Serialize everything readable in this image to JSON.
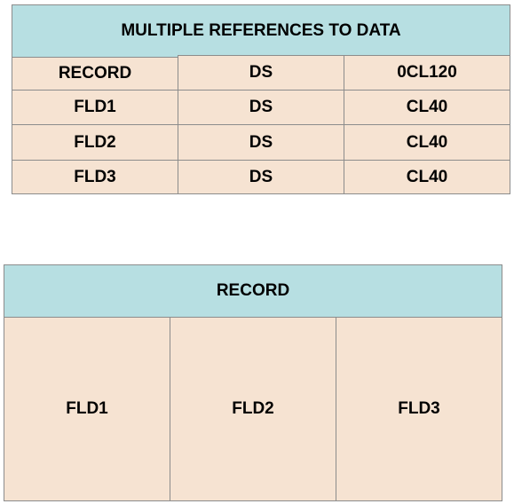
{
  "top_table": {
    "title": "MULTIPLE REFERENCES TO DATA",
    "rows": [
      [
        "RECORD",
        "DS",
        "0CL120"
      ],
      [
        "FLD1",
        "DS",
        "CL40"
      ],
      [
        "FLD2",
        "DS",
        "CL40"
      ],
      [
        "FLD3",
        "DS",
        "CL40"
      ]
    ]
  },
  "bottom_diagram": {
    "title": "RECORD",
    "fields": [
      "FLD1",
      "FLD2",
      "FLD3"
    ]
  },
  "colors": {
    "header_fill": "#b7dfe2",
    "cell_fill": "#f6e3d2",
    "border": "#8c8c8c"
  }
}
